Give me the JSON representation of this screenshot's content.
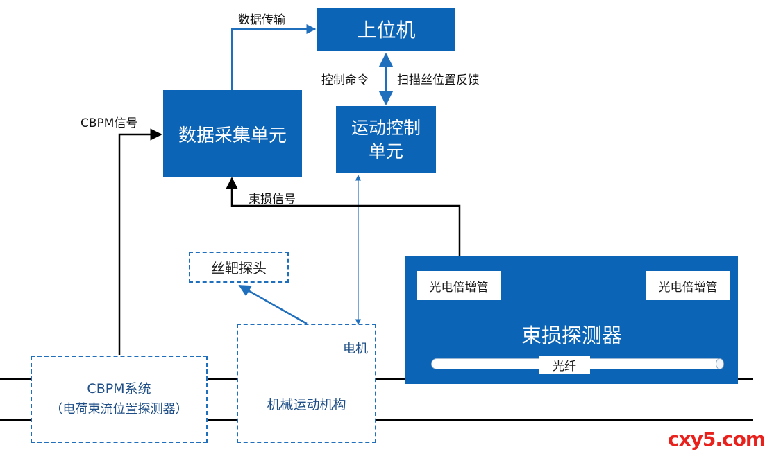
{
  "nodes": {
    "host_pc": "上位机",
    "daq_unit": "数据采集单元",
    "motion_ctrl_line1": "运动控制",
    "motion_ctrl_line2": "单元",
    "wire_probe": "丝靶探头",
    "motor": "电机",
    "mech_motion": "机械运动机构",
    "cbpm_line1": "CBPM系统",
    "cbpm_line2": "（电荷束流位置探测器）",
    "beam_loss_detector": "束损探测器",
    "pmt_left": "光电倍增管",
    "pmt_right": "光电倍增管",
    "fiber": "光纤"
  },
  "edges": {
    "data_transfer": "数据传输",
    "control_cmd": "控制命令",
    "scan_feedback": "扫描丝位置反馈",
    "cbpm_signal": "CBPM信号",
    "beam_loss_signal": "束损信号"
  },
  "watermark": "cxy5.com",
  "colors": {
    "box_blue": "#0b64b6",
    "dash_blue": "#1f6fbd",
    "line_black": "#000000",
    "watermark_red": "#e8211c"
  }
}
